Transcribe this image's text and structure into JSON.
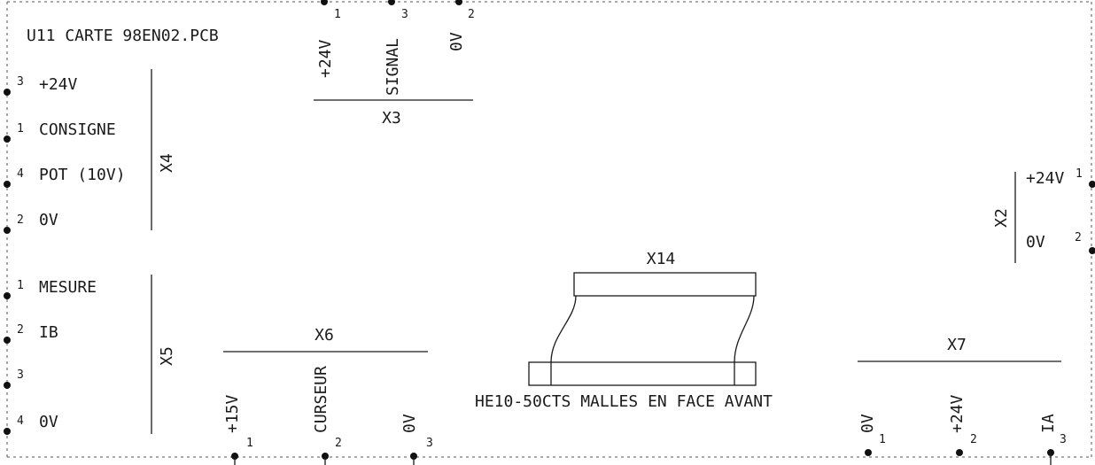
{
  "title": "U11  CARTE 98EN02.PCB",
  "connectors": {
    "x4": {
      "name": "X4",
      "pins": [
        {
          "num": "3",
          "label": "+24V"
        },
        {
          "num": "1",
          "label": "CONSIGNE"
        },
        {
          "num": "4",
          "label": "POT (10V)"
        },
        {
          "num": "2",
          "label": "0V"
        }
      ]
    },
    "x5": {
      "name": "X5",
      "pins": [
        {
          "num": "1",
          "label": "MESURE"
        },
        {
          "num": "2",
          "label": "IB"
        },
        {
          "num": "3",
          "label": ""
        },
        {
          "num": "4",
          "label": "0V"
        }
      ]
    },
    "x3": {
      "name": "X3",
      "pins": [
        {
          "num": "1",
          "label": "+24V"
        },
        {
          "num": "3",
          "label": "SIGNAL"
        },
        {
          "num": "2",
          "label": "0V"
        }
      ]
    },
    "x6": {
      "name": "X6",
      "pins": [
        {
          "num": "1",
          "label": "+15V"
        },
        {
          "num": "2",
          "label": "CURSEUR"
        },
        {
          "num": "3",
          "label": "0V"
        }
      ]
    },
    "x7": {
      "name": "X7",
      "pins": [
        {
          "num": "1",
          "label": "0V"
        },
        {
          "num": "2",
          "label": "+24V"
        },
        {
          "num": "3",
          "label": "IA"
        }
      ]
    },
    "x2": {
      "name": "X2",
      "pins": [
        {
          "num": "1",
          "label": "+24V"
        },
        {
          "num": "2",
          "label": "0V"
        }
      ]
    },
    "x14": {
      "name": "X14",
      "caption": "HE10-50CTS MALLES EN FACE AVANT"
    }
  }
}
